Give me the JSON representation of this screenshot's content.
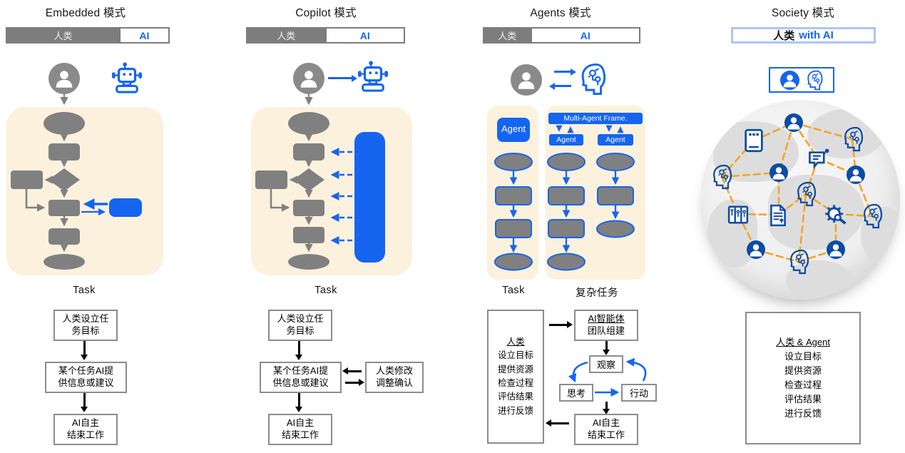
{
  "colors": {
    "accent_blue": "#1565F0",
    "shape_gray": "#808080",
    "panel_cream": "#FCF1DC",
    "network_navy": "#0C4CA3",
    "network_orange": "#F4A427",
    "box_border_gray": "#8C8C8C",
    "society_bar_border": "#A9C7F8"
  },
  "columns": [
    {
      "title": "Embedded 模式",
      "bar": {
        "human_label": "人类",
        "ai_label": "AI",
        "human_share_pct": 70
      },
      "task_label": "Task",
      "flow_boxes": [
        "人类设立任\n务目标",
        "某个任务AI提\n供信息或建议",
        "AI自主\n结束工作"
      ]
    },
    {
      "title": "Copilot 模式",
      "bar": {
        "human_label": "人类",
        "ai_label": "AI",
        "human_share_pct": 50
      },
      "task_label": "Task",
      "flow_boxes": [
        "人类设立任\n务目标",
        "某个任务AI提\n供信息或建议",
        "AI自主\n结束工作"
      ],
      "side_box": "人类修改\n调整确认"
    },
    {
      "title": "Agents 模式",
      "bar": {
        "human_label": "人类",
        "ai_label": "AI",
        "human_share_pct": 30
      },
      "agent_box_label": "Agent",
      "multi_agent_frame_label": "Multi-Agent Frame.",
      "sub_agent_labels": [
        "Agent",
        "Agent"
      ],
      "task_label": "Task",
      "complex_task_label": "复杂任务",
      "human_box": {
        "title": "人类",
        "items": [
          "设立目标",
          "提供资源",
          "检查过程",
          "评估结果",
          "进行反馈"
        ]
      },
      "ai_team_box": {
        "title": "AI智能体",
        "subtitle": "团队组建"
      },
      "loop_boxes": {
        "observe": "观察",
        "think": "思考",
        "act": "行动"
      },
      "end_box": "AI自主\n结束工作"
    },
    {
      "title": "Society 模式",
      "bar": {
        "human_label": "人类",
        "with_ai_label": "with AI"
      },
      "society_box": {
        "title": "人类 & Agent",
        "items": [
          "设立目标",
          "提供资源",
          "检查过程",
          "评估结果",
          "进行反馈"
        ]
      },
      "network_nodes": [
        "tablet",
        "person",
        "ai-head",
        "chat",
        "person",
        "ai-head",
        "person",
        "ai-head",
        "book",
        "document",
        "gear-wrench",
        "ai-head",
        "person",
        "ai-head",
        "person"
      ]
    }
  ],
  "icons": {
    "person-icon": "gray circle with white user silhouette",
    "robot-icon": "blue outline robot with antenna",
    "ai-head-icon": "blue head profile with circuit brain",
    "human-ai-chip-icon": "person circle and AI head inside blue frame",
    "tablet-icon": "navy tablet device",
    "chat-icon": "navy speech bubble with pin",
    "book-icon": "navy bookshelf",
    "document-icon": "navy page with upload arrow",
    "gear-wrench-icon": "navy gear with wrench",
    "globe-image": "light gray world map sphere with orange dashed network"
  }
}
